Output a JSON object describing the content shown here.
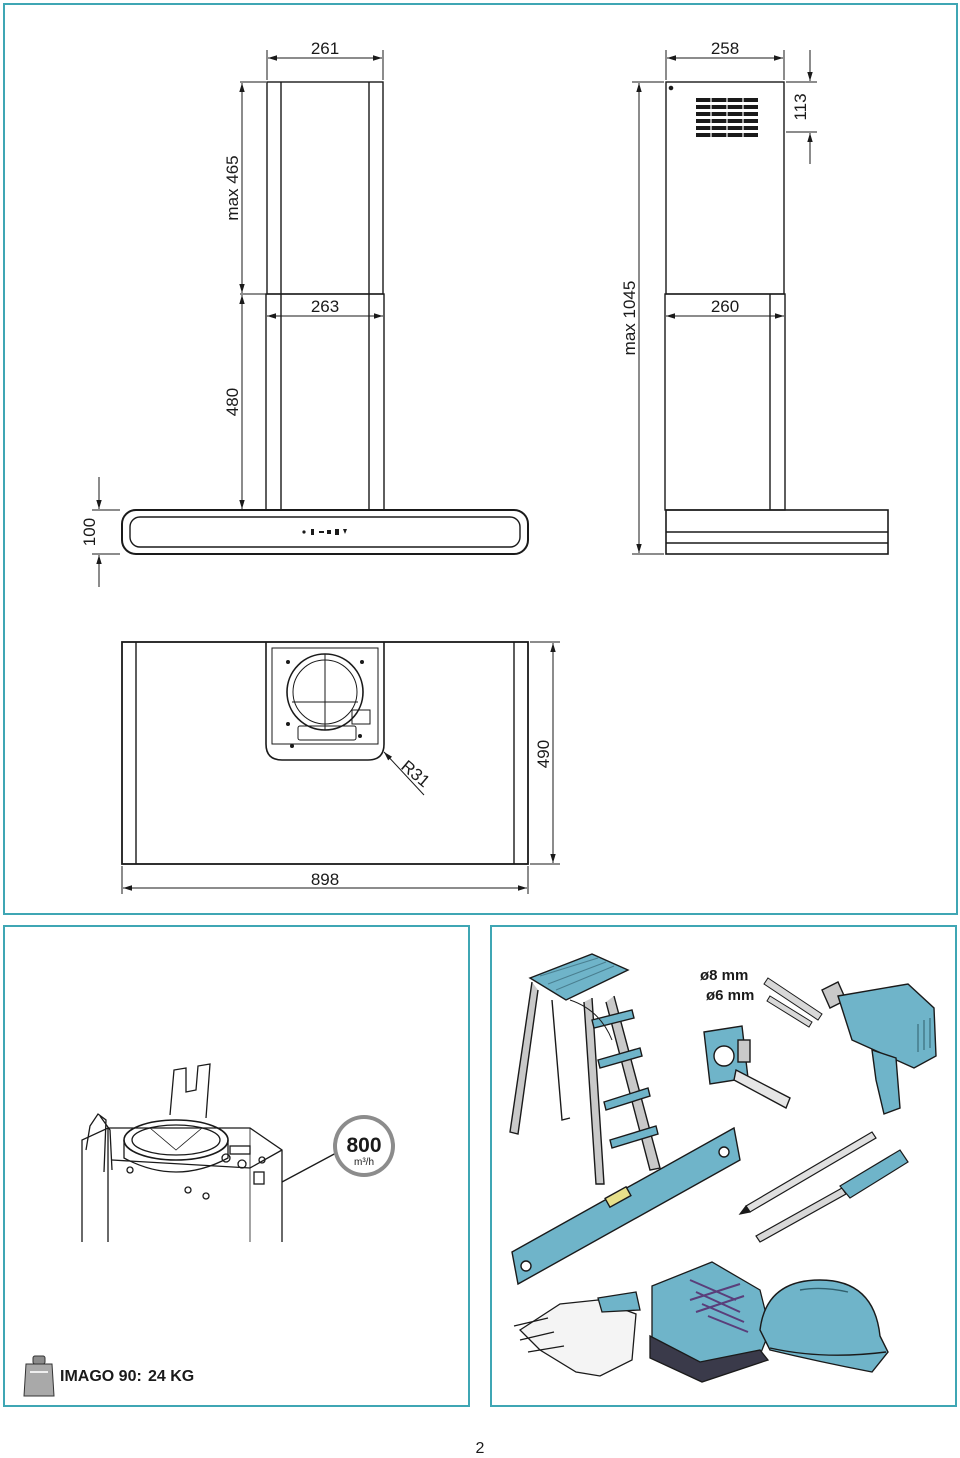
{
  "dimensions": {
    "chimney_upper_width_front": "261",
    "chimney_lower_width_front": "263",
    "chimney_upper_depth_side": "258",
    "chimney_lower_depth_side": "260",
    "upper_chimney_height": "max 465",
    "lower_chimney_height": "480",
    "hood_height": "100",
    "total_height": "max 1045",
    "vent_offset": "113",
    "radius": "R31",
    "hood_depth": "490",
    "hood_width": "898"
  },
  "airflow": {
    "value": "800",
    "unit": "m³/h"
  },
  "tools": {
    "drill_bit_1": "ø8 mm",
    "drill_bit_2": "ø6 mm"
  },
  "weight": {
    "model": "IMAGO 90:",
    "value": "24 KG"
  },
  "page_number": "2",
  "colors": {
    "frame": "#3fa6b4",
    "tool_fill": "#6fb4c9",
    "line": "#1a1a1a"
  }
}
